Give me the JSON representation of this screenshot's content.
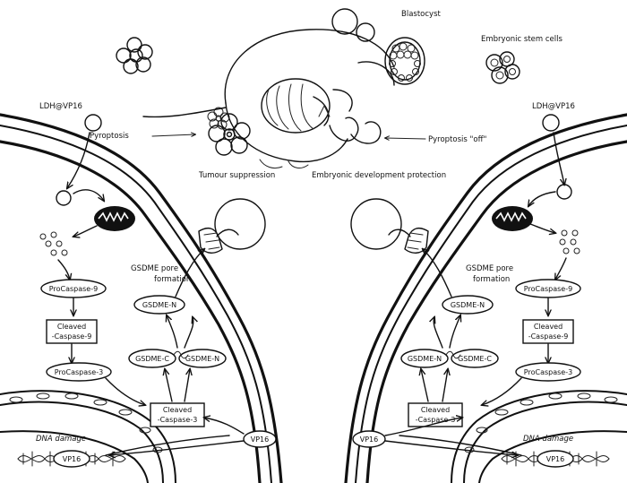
{
  "labels": {
    "blastocyst": "Blastocyst",
    "embryonic_stem_cells": "Embryonic stem cells",
    "tumour_suppression": "Tumour suppression",
    "embryonic_protection": "Embryonic development protection",
    "pyroptosis_left": "Pyroptosis",
    "pyroptosis_right": "Pyroptosis \"off\"",
    "ldh_vp16": "LDH@VP16",
    "gsdme_pore": "GSDME pore formation",
    "gsdme_n": "GSDME-N",
    "gsdme_c": "GSDME-C",
    "procaspase9": "ProCaspase-9",
    "cleaved_caspase9": "Cleaved -Caspase-9",
    "procaspase3": "ProCaspase-3",
    "cleaved_caspase3": "Cleaved -Caspase-3",
    "dna_damage": "DNA damage",
    "vp16": "VP16"
  }
}
